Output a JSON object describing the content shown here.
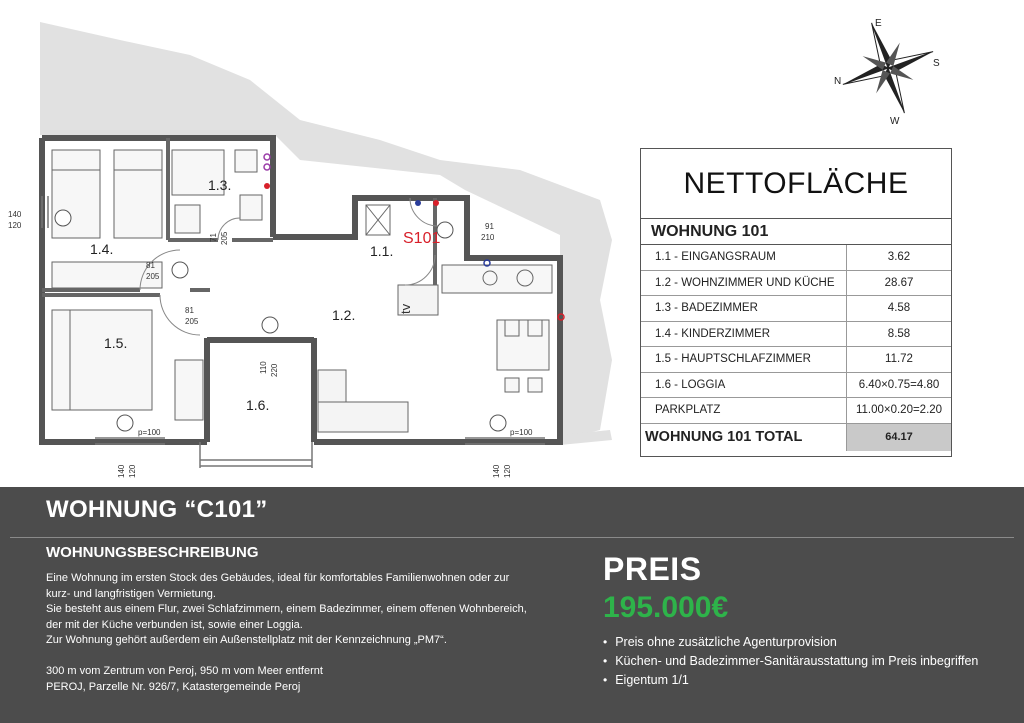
{
  "compass": {
    "n": "N",
    "e": "E",
    "s": "S",
    "w": "W"
  },
  "plan": {
    "rooms": {
      "r11": "1.1.",
      "r12": "1.2.",
      "r13": "1.3.",
      "r14": "1.4.",
      "r15": "1.5.",
      "r16": "1.6."
    },
    "apartment_code": "S101",
    "tv": "tv",
    "dims": {
      "left_window_a": "140",
      "left_window_b": "120",
      "door_bath_a": "71",
      "door_bath_b": "205",
      "door_kid_a": "81",
      "door_kid_b": "205",
      "door_master_a": "81",
      "door_master_b": "205",
      "entry_a": "91",
      "entry_b": "210",
      "loggia_door_a": "110",
      "loggia_door_b": "220",
      "bottom_left_a": "140",
      "bottom_left_b": "120",
      "bottom_right_a": "140",
      "bottom_right_b": "120",
      "parapet_left": "p=100",
      "parapet_right": "p=100"
    }
  },
  "table": {
    "title": "NETTOFLÄCHE",
    "subtitle": "WOHNUNG 101",
    "rows": [
      {
        "label": "1.1 - EINGANGSRAUM",
        "value": "3.62"
      },
      {
        "label": "1.2 - WOHNZIMMER UND KÜCHE",
        "value": "28.67"
      },
      {
        "label": "1.3 - BADEZIMMER",
        "value": "4.58"
      },
      {
        "label": "1.4 - KINDERZIMMER",
        "value": "8.58"
      },
      {
        "label": "1.5 - HAUPTSCHLAFZIMMER",
        "value": "11.72"
      },
      {
        "label": "1.6 - LOGGIA",
        "value": "6.40×0.75=4.80"
      },
      {
        "label": "PARKPLATZ",
        "value": "11.00×0.20=2.20"
      }
    ],
    "total": {
      "label": "WOHNUNG 101 TOTAL",
      "value": "64.17"
    }
  },
  "band": {
    "title": "WOHNUNG “C101”",
    "desc_title": "WOHNUNGSBESCHREIBUNG",
    "desc": {
      "l1": "Eine Wohnung im ersten Stock des Gebäudes, ideal für komfortables Familienwohnen oder zur",
      "l2": "kurz- und langfristigen Vermietung.",
      "l3": "Sie besteht aus einem Flur, zwei Schlafzimmern, einem Badezimmer, einem offenen Wohnbereich,",
      "l4": "der mit der Küche verbunden ist, sowie einer Loggia.",
      "l5": "Zur Wohnung gehört außerdem ein Außenstellplatz mit der Kennzeichnung „PM7“.",
      "l6": "300 m vom Zentrum von Peroj, 950 m vom Meer entfernt",
      "l7": "PEROJ, Parzelle Nr. 926/7, Katastergemeinde Peroj"
    },
    "price_label": "PREIS",
    "price_value": "195.000€",
    "bullets": [
      "Preis ohne zusätzliche Agenturprovision",
      "Küchen- und Badezimmer-Sanitärausstattung im Preis inbegriffen",
      "Eigentum 1/1"
    ]
  },
  "colors": {
    "price_green": "#2eb34a",
    "band_bg": "#4c4c4c",
    "code_red": "#d8202a"
  }
}
